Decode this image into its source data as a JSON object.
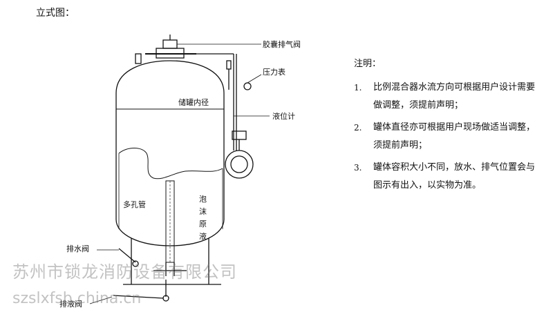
{
  "page": {
    "title": "立式图："
  },
  "diagram": {
    "labels": {
      "bladder_vent_valve": "胶囊排气阀",
      "pressure_gauge": "压力表",
      "tank_inner_diameter": "储罐内径",
      "level_gauge": "液位计",
      "perforated_pipe": "多孔管",
      "foam_char_1": "泡",
      "foam_char_2": "沫",
      "foam_char_3": "原",
      "foam_char_4": "液",
      "drain_valve": "排水阀",
      "liquid_drain_valve": "排液阀"
    }
  },
  "notes": {
    "heading": "注明：",
    "items": [
      {
        "num": "1.",
        "text": "比例混合器水流方向可根据用户设计需要做调整，须提前声明；"
      },
      {
        "num": "2.",
        "text": "罐体直径亦可根据用户现场做适当调整，须提前声明；"
      },
      {
        "num": "3.",
        "text": "罐体容积大小不同，放水、排气位置会与图示有出入，以实物为准。"
      }
    ]
  },
  "watermark": {
    "company": "苏州市锁龙消防设备有限公司",
    "url": "szslxfsb.china.cn"
  }
}
